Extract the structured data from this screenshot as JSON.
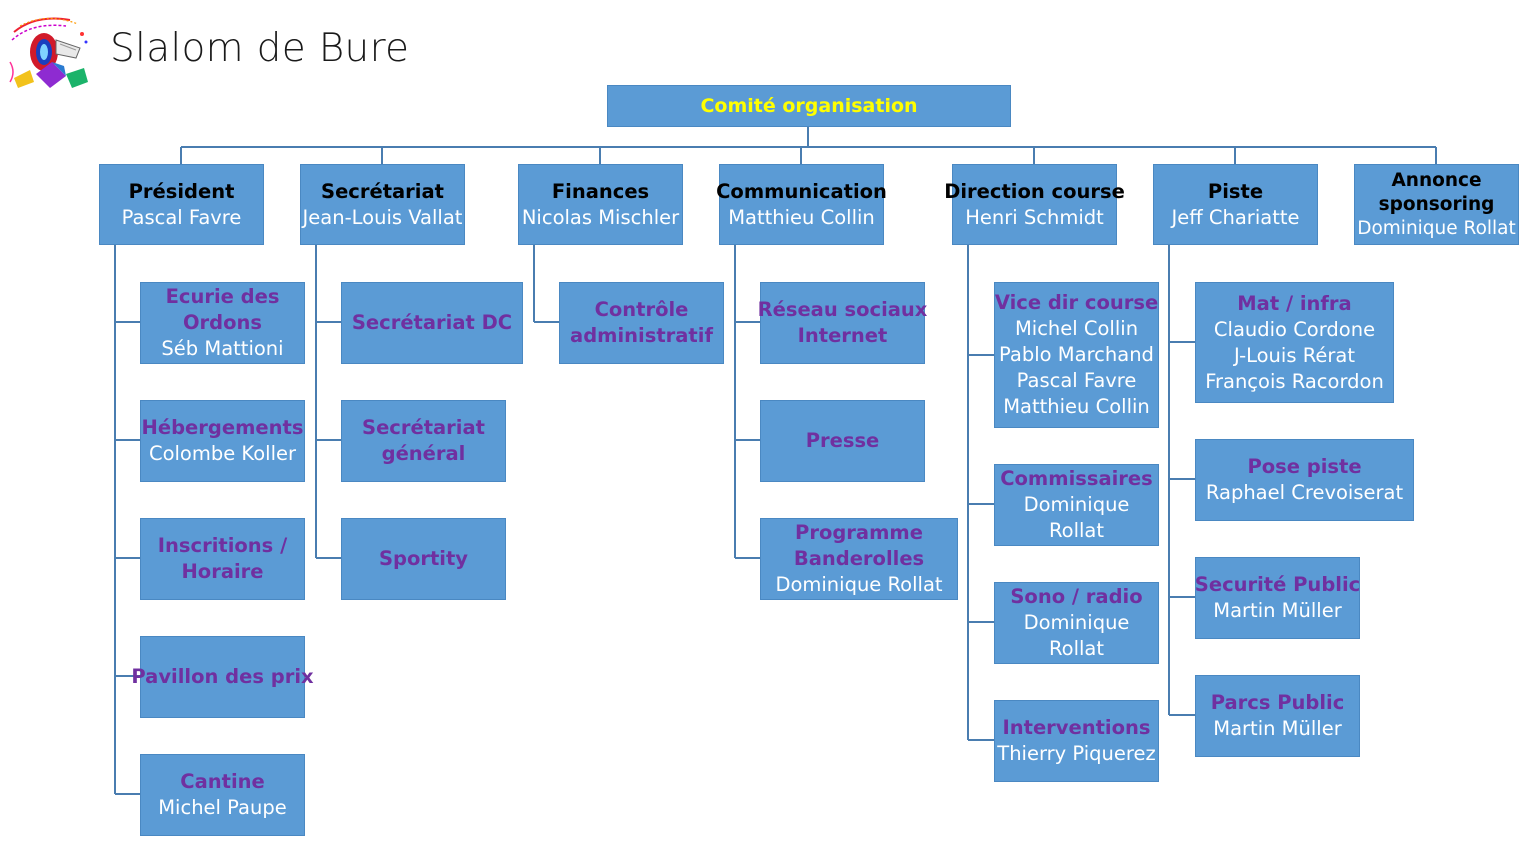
{
  "slide": {
    "title": "Slalom de Bure",
    "logo_icon": "slalom-race-car-icon"
  },
  "colors": {
    "box_fill": "#5b9bd5",
    "root_text": "#ffff00",
    "heading_text": "#000000",
    "sub_title_text": "#7030a0",
    "name_text": "#ffffff",
    "connector": "#4a7db0"
  },
  "root": {
    "title": "Comité organisation"
  },
  "departments": [
    {
      "title": "Président",
      "names": [
        "Pascal Favre"
      ],
      "children": [
        {
          "title": [
            "Ecurie des",
            "Ordons"
          ],
          "names": [
            "Séb Mattioni"
          ]
        },
        {
          "title": [
            "Hébergements"
          ],
          "names": [
            "Colombe Koller"
          ]
        },
        {
          "title": [
            "Inscritions /",
            "Horaire"
          ],
          "names": []
        },
        {
          "title": [
            "Pavillon des prix"
          ],
          "names": []
        },
        {
          "title": [
            "Cantine"
          ],
          "names": [
            "Michel Paupe"
          ]
        }
      ]
    },
    {
      "title": "Secrétariat",
      "names": [
        "Jean-Louis Vallat"
      ],
      "children": [
        {
          "title": [
            "Secrétariat DC"
          ],
          "names": []
        },
        {
          "title": [
            "Secrétariat",
            "général"
          ],
          "names": []
        },
        {
          "title": [
            "Sportity"
          ],
          "names": []
        }
      ]
    },
    {
      "title": "Finances",
      "names": [
        "Nicolas Mischler"
      ],
      "children": [
        {
          "title": [
            "Contrôle",
            "administratif"
          ],
          "names": []
        }
      ]
    },
    {
      "title": "Communication",
      "names": [
        "Matthieu Collin"
      ],
      "children": [
        {
          "title": [
            "Réseau sociaux",
            "Internet"
          ],
          "names": []
        },
        {
          "title": [
            "Presse"
          ],
          "names": []
        },
        {
          "title": [
            "Programme",
            "Banderolles"
          ],
          "names": [
            "Dominique Rollat"
          ]
        }
      ]
    },
    {
      "title": "Direction course",
      "names": [
        "Henri Schmidt"
      ],
      "children": [
        {
          "title": [
            "Vice dir course"
          ],
          "names": [
            "Michel Collin",
            "Pablo Marchand",
            "Pascal Favre",
            "Matthieu Collin"
          ]
        },
        {
          "title": [
            "Commissaires"
          ],
          "names": [
            "Dominique",
            "Rollat"
          ]
        },
        {
          "title": [
            "Sono / radio"
          ],
          "names": [
            "Dominique",
            "Rollat"
          ]
        },
        {
          "title": [
            "Interventions"
          ],
          "names": [
            "Thierry Piquerez"
          ]
        }
      ]
    },
    {
      "title": "Piste",
      "names": [
        "Jeff Chariatte"
      ],
      "children": [
        {
          "title": [
            "Mat / infra"
          ],
          "names": [
            "Claudio Cordone",
            "J-Louis Rérat",
            "François Racordon"
          ]
        },
        {
          "title": [
            "Pose piste"
          ],
          "names": [
            "Raphael Crevoiserat"
          ]
        },
        {
          "title": [
            "Securité Public"
          ],
          "names": [
            "Martin Müller"
          ]
        },
        {
          "title": [
            "Parcs Public"
          ],
          "names": [
            "Martin Müller"
          ]
        }
      ]
    },
    {
      "title": "Annonce sponsoring",
      "title_lines": [
        "Annonce",
        "sponsoring"
      ],
      "names": [
        "Dominique Rollat"
      ],
      "children": []
    }
  ]
}
